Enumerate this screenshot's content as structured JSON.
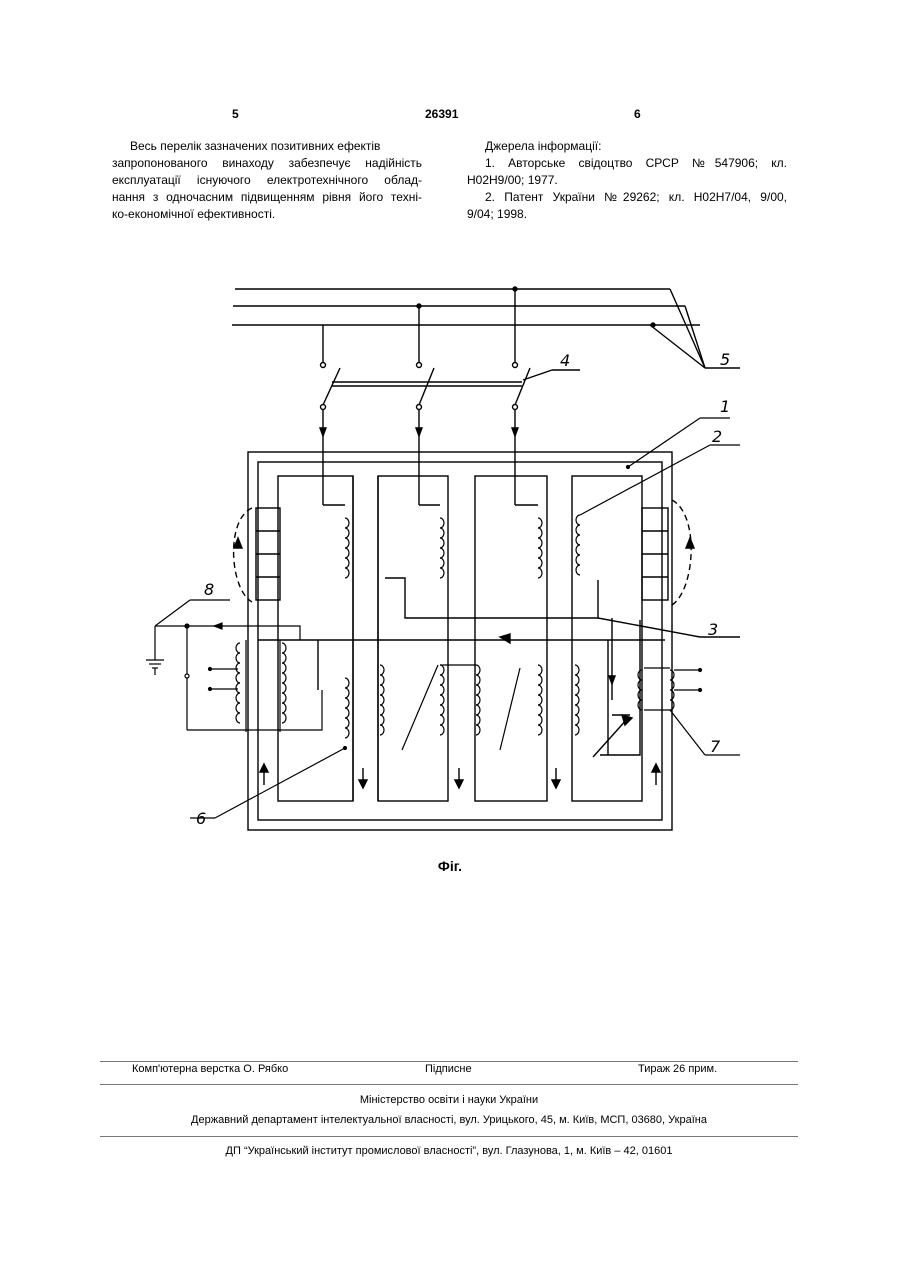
{
  "header": {
    "page_left": "5",
    "doc_number": "26391",
    "page_right": "6"
  },
  "left_column": {
    "lines": [
      "Весь перелік зазначених позитивних ефектів",
      "запропонованого винаходу забезпечує надійність",
      "експлуатації існуючого електротехнічного облад-",
      "нання з одночасним підвищенням рівня його техні-",
      "ко-економічної ефективності."
    ]
  },
  "right_column": {
    "title": "Джерела інформації:",
    "ref1_a": "1. Авторське свідоцтво СРСР №547906; кл.",
    "ref1_b": "Н02Н9/00; 1977.",
    "ref2_a": "2. Патент України №29262; кл. Н02Н7/04, 9/00,",
    "ref2_b": "9/04; 1998."
  },
  "figure": {
    "labels": {
      "l1": "1",
      "l2": "2",
      "l3": "3",
      "l4": "4",
      "l5": "5",
      "l6": "6",
      "l7": "7",
      "l8": "8"
    },
    "caption": "Фіг."
  },
  "footer": {
    "typesetting": "Комп'ютерна верстка О. Рябко",
    "signed": "Підписне",
    "circulation": "Тираж 26 прим.",
    "ministry": "Міністерство освіти і науки України",
    "department": "Державний департамент інтелектуальної власності, вул. Урицького, 45, м. Київ, МСП, 03680, Україна",
    "institute": "ДП “Український інститут промислової власності”, вул. Глазунова, 1, м. Київ – 42, 01601"
  }
}
